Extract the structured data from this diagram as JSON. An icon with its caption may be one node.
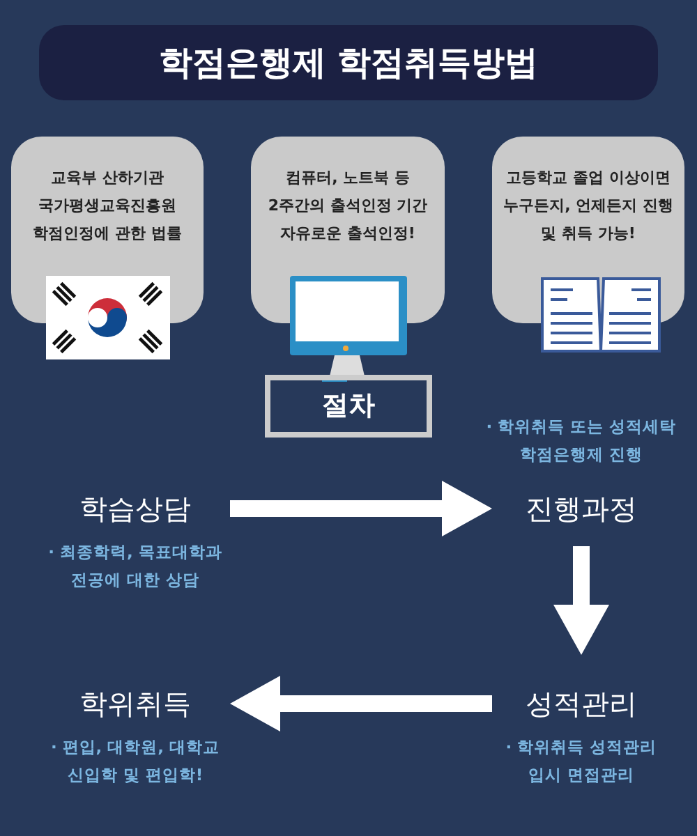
{
  "diagram": {
    "title": "학점은행제 학점취득방법",
    "nodes": [
      {
        "text": [
          "교육부 산하기관 국가평생교육진흥원 학점인정에 관한 법률"
        ]
      },
      {
        "text": [
          "컴퓨터, 노트북 등 2주간의 출석인정 기간 자유로운 출석인정!"
        ]
      },
      {
        "text": [
          "고등학교 졸업 이상이면 누구든지, 언제든지 진행 및 취득 가능!"
        ]
      },
      {
        "text": [
          "절차"
        ]
      },
      {
        "text": [
          "학습상담"
        ],
        "beside": [
          "· 최종학력, 목표대학과 전공에 대한 상담"
        ]
      },
      {
        "text": [
          "진행과정"
        ],
        "beside": [
          "· 학위취득 또는 성적세탁 학점은행제 진행"
        ]
      },
      {
        "text": [
          "성적관리"
        ],
        "beside": [
          "· 학위취득 성적관리 입시 면접관리"
        ]
      },
      {
        "text": [
          "학위취득"
        ],
        "beside": [
          "· 편입, 대학원, 대학교 신입학 및 편입학!"
        ]
      }
    ],
    "edges": [
      {
        "from": 4,
        "to": 5,
        "arrow": "to"
      },
      {
        "from": 5,
        "to": 6,
        "arrow": "to"
      },
      {
        "from": 6,
        "to": 7,
        "arrow": "to"
      }
    ]
  }
}
